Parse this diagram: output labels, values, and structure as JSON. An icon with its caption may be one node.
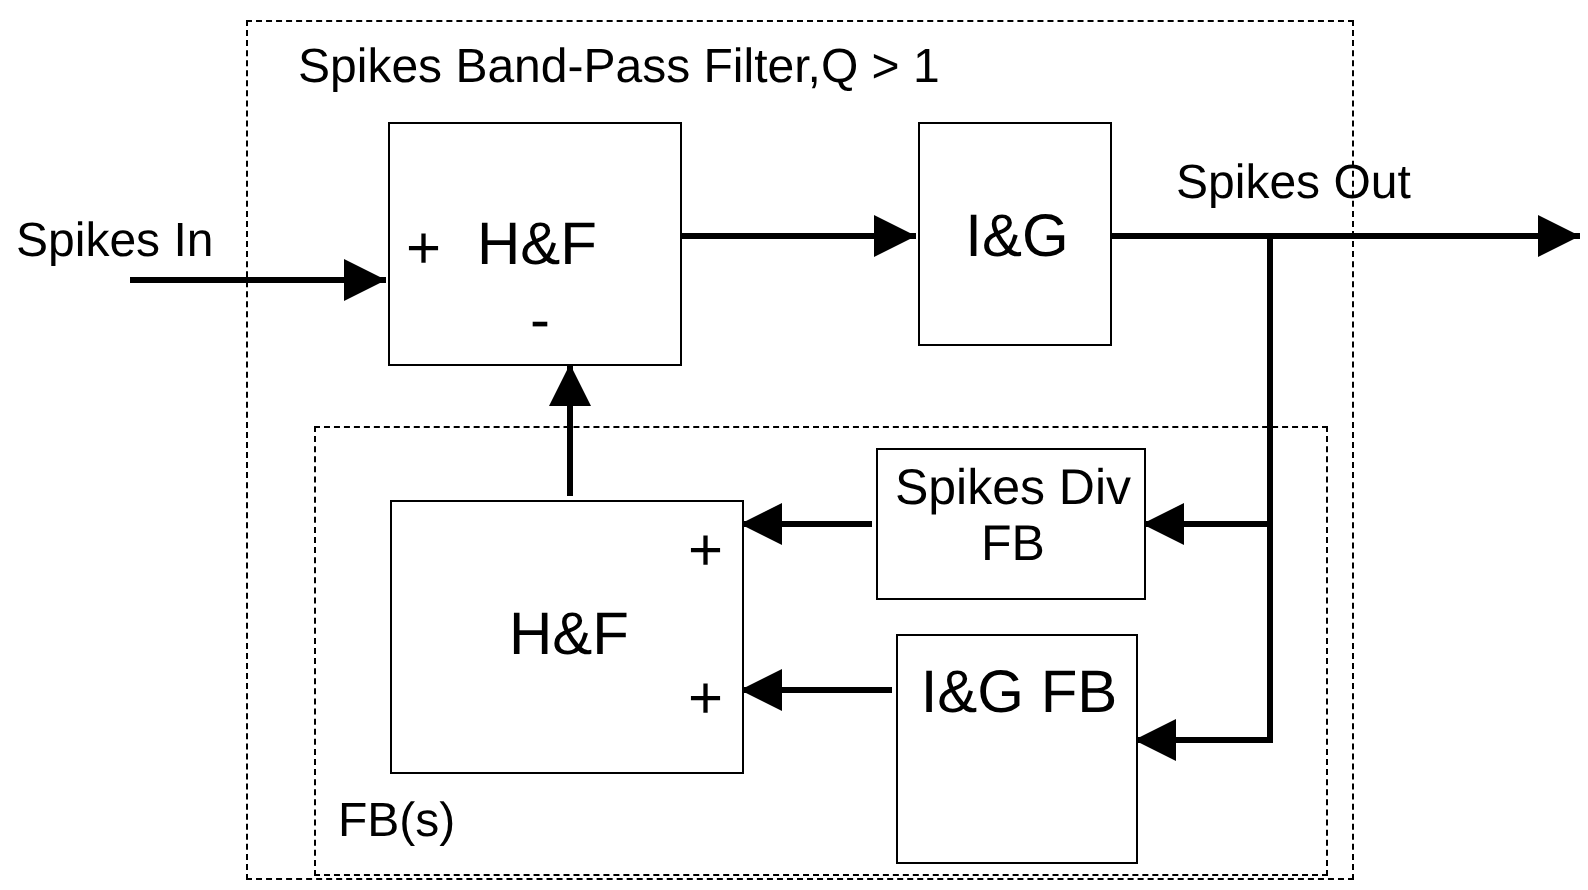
{
  "diagram": {
    "nodes": [
      {
        "text": [
          "Spikes Band-Pass Filter,Q > 1"
        ]
      },
      {
        "text": [
          "+",
          "H&F",
          "-"
        ],
        "in": 0
      },
      {
        "text": [
          "I&G"
        ],
        "in": 0
      },
      {
        "text": [
          "FB(s)"
        ],
        "in": 0
      },
      {
        "text": [
          "Spikes Div FB"
        ],
        "in": 3
      },
      {
        "text": [
          "+",
          "H&F",
          "+"
        ],
        "in": 3
      },
      {
        "text": [
          "I&G FB"
        ],
        "in": 3
      },
      {
        "text": [
          "Spikes In"
        ]
      },
      {
        "text": [
          "Spikes Out"
        ]
      }
    ],
    "edges": [
      {
        "from": 7,
        "to": 1,
        "arrow": "to"
      },
      {
        "from": 1,
        "to": 2,
        "arrow": "to"
      },
      {
        "from": 2,
        "to": 8,
        "arrow": "to"
      },
      {
        "from": 2,
        "to": 4,
        "arrow": "to"
      },
      {
        "from": 2,
        "to": 6,
        "arrow": "to"
      },
      {
        "from": 4,
        "to": 5,
        "arrow": "to"
      },
      {
        "from": 6,
        "to": 5,
        "arrow": "to"
      },
      {
        "from": 5,
        "to": 1,
        "arrow": "to"
      }
    ]
  }
}
